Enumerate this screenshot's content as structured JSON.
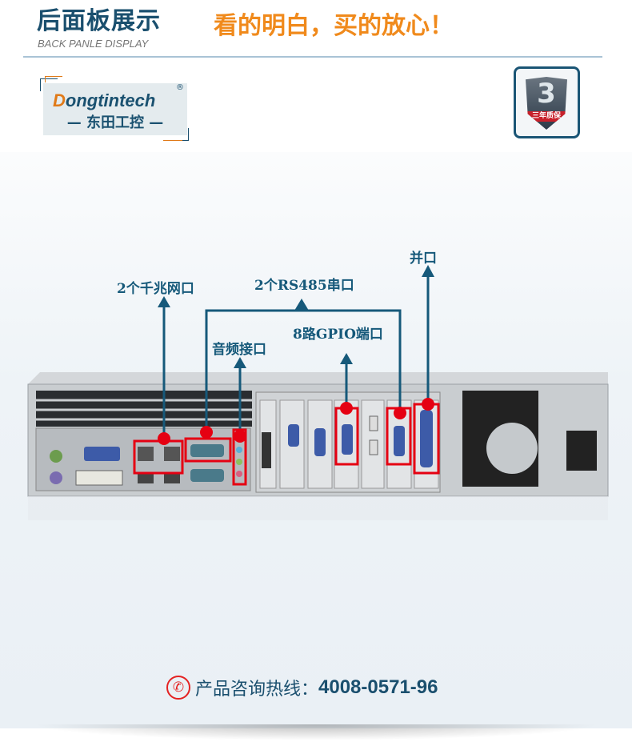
{
  "header": {
    "title": "后面板展示",
    "subtitle": "BACK PANLE DISPLAY",
    "slogan": "看的明白，买的放心！"
  },
  "logo": {
    "brand_initial": "D",
    "brand_rest": "ongtintech",
    "registered": "®",
    "cn_name": "— 东田工控 —"
  },
  "warranty_badge": {
    "number": "3",
    "label": "三年质保"
  },
  "annotations": {
    "ethernet": "2个千兆网口",
    "rs485": "2个RS485串口",
    "audio": "音频接口",
    "gpio": "8路GPIO端口",
    "parallel": "并口"
  },
  "hotline": {
    "label": "产品咨询热线：",
    "number": "4008-0571-96"
  },
  "colors": {
    "accent_blue": "#1a4f6e",
    "orange": "#f08a1c",
    "marker_red": "#e50012"
  }
}
